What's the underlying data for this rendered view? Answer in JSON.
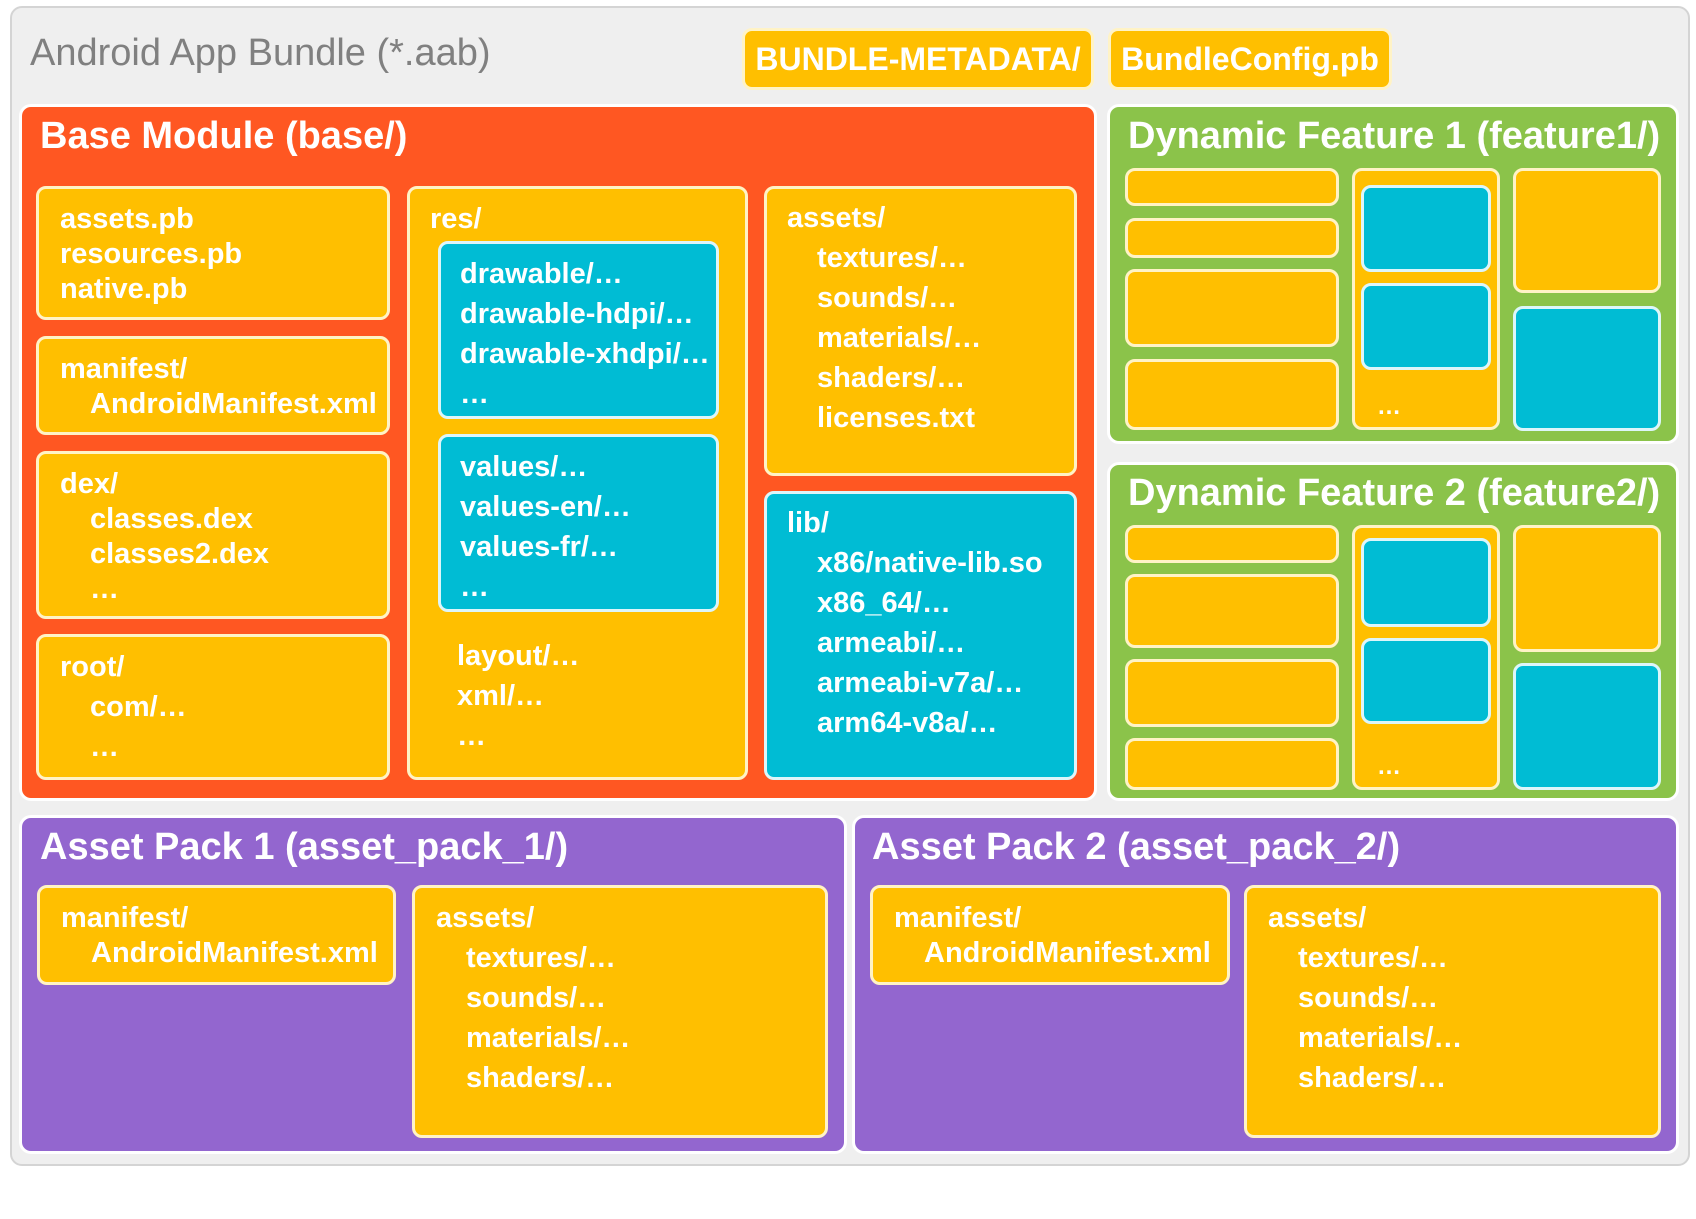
{
  "bundle": {
    "title": "Android App Bundle (*.aab)",
    "metadata_chip": "BUNDLE-METADATA/",
    "config_chip": "BundleConfig.pb"
  },
  "base_module": {
    "title": "Base Module (base/)",
    "protobufs": [
      "assets.pb",
      "resources.pb",
      "native.pb"
    ],
    "manifest": {
      "folder": "manifest/",
      "file": "AndroidManifest.xml"
    },
    "dex": {
      "folder": "dex/",
      "files": [
        "classes.dex",
        "classes2.dex",
        "…"
      ]
    },
    "root": {
      "folder": "root/",
      "items": [
        "com/…",
        "…"
      ]
    },
    "res": {
      "folder": "res/",
      "drawables": [
        "drawable/…",
        "drawable-hdpi/…",
        "drawable-xhdpi/…",
        "…"
      ],
      "values": [
        "values/…",
        "values-en/…",
        "values-fr/…",
        "…"
      ],
      "others": [
        "layout/…",
        "xml/…",
        "…"
      ]
    },
    "assets": {
      "folder": "assets/",
      "items": [
        "textures/…",
        "sounds/…",
        "materials/…",
        "shaders/…",
        "licenses.txt"
      ]
    },
    "lib": {
      "folder": "lib/",
      "items": [
        "x86/native-lib.so",
        "x86_64/…",
        "armeabi/…",
        "armeabi-v7a/…",
        "arm64-v8a/…"
      ]
    }
  },
  "dynamic_feature_1": {
    "title": "Dynamic Feature 1 (feature1/)",
    "ellipsis": "…"
  },
  "dynamic_feature_2": {
    "title": "Dynamic Feature 2 (feature2/)",
    "ellipsis": "…"
  },
  "asset_pack_1": {
    "title": "Asset Pack 1 (asset_pack_1/)",
    "manifest": {
      "folder": "manifest/",
      "file": "AndroidManifest.xml"
    },
    "assets": {
      "folder": "assets/",
      "items": [
        "textures/…",
        "sounds/…",
        "materials/…",
        "shaders/…"
      ]
    }
  },
  "asset_pack_2": {
    "title": "Asset Pack 2 (asset_pack_2/)",
    "manifest": {
      "folder": "manifest/",
      "file": "AndroidManifest.xml"
    },
    "assets": {
      "folder": "assets/",
      "items": [
        "textures/…",
        "sounds/…",
        "materials/…",
        "shaders/…"
      ]
    }
  },
  "colors": {
    "bundle_bg": "#efefef",
    "base_module": "#ff5722",
    "dynamic_feature": "#8bc34a",
    "asset_pack": "#9366cf",
    "folder_yellow": "#ffbf00",
    "folder_cyan": "#00bcd4"
  }
}
